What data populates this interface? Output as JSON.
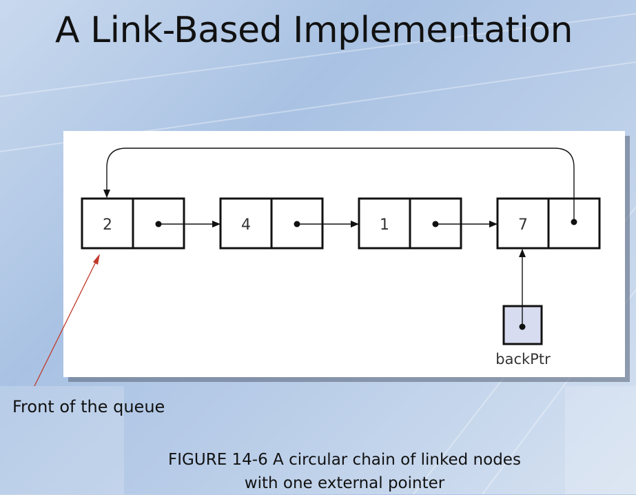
{
  "title": "A Link-Based Implementation",
  "nodes": [
    {
      "value": "2"
    },
    {
      "value": "4"
    },
    {
      "value": "1"
    },
    {
      "value": "7"
    }
  ],
  "external_pointer": {
    "label": "backPtr"
  },
  "front_label": "Front of the queue",
  "caption": {
    "line1": "FIGURE 14-6 A circular chain of linked nodes",
    "line2": "with one external pointer"
  },
  "colors": {
    "pointer_box_fill": "#d7dcf0",
    "annotation_line": "#c0392b"
  }
}
